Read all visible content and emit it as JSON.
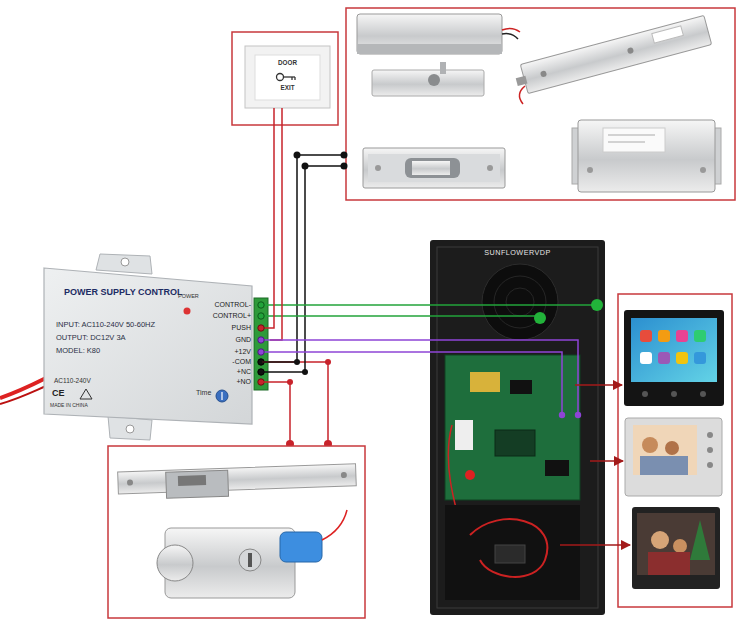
{
  "diagram": {
    "nodes": [
      {
        "text": [
          "POWER SUPPLY CONTROL",
          "POWER",
          "INPUT: AC110-240V 50-60HZ",
          "OUTPUT: DC12V 3A",
          "MODEL: K80",
          "CONTROL-",
          "CONTROL+",
          "PUSH",
          "GND",
          "+12V",
          "-COM",
          "+NC",
          "+NO",
          "AC110-240V",
          "CE",
          "MADE IN CHINA",
          "Time"
        ]
      },
      {
        "text": [
          "DOOR",
          "EXIT"
        ]
      },
      {
        "text": [
          "SUNFLOWERVDP"
        ]
      }
    ],
    "edges": [
      {
        "from": 0,
        "to": 2,
        "arrow": "none"
      },
      {
        "from": 0,
        "to": 2,
        "arrow": "none"
      },
      {
        "from": 0,
        "to": 1,
        "arrow": "none"
      },
      {
        "from": 0,
        "to": 1,
        "arrow": "none"
      },
      {
        "from": 0,
        "to": 2,
        "arrow": "none"
      },
      {
        "from": 0,
        "to": 2,
        "arrow": "none"
      }
    ]
  }
}
